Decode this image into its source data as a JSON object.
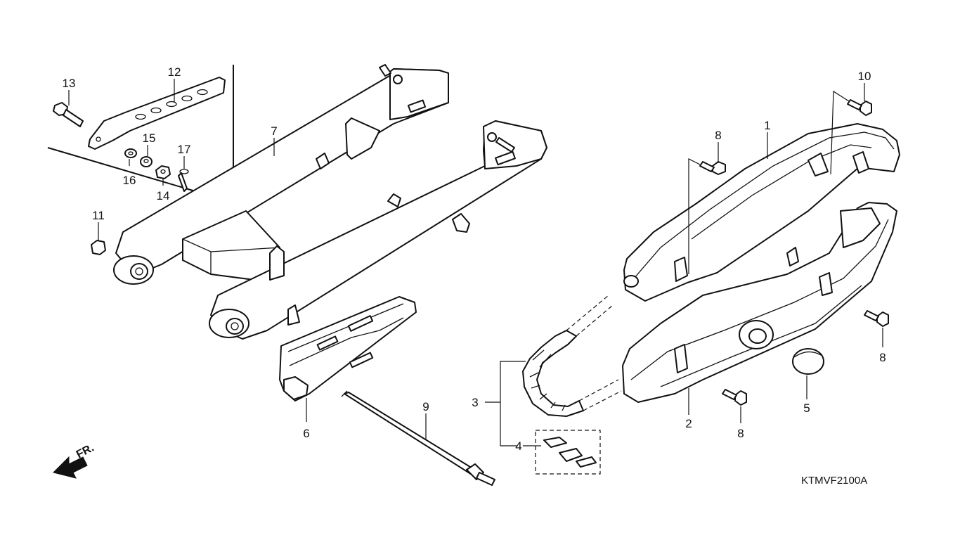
{
  "diagram": {
    "code": "KTMVF2100A",
    "front_indicator": "FR.",
    "callouts": [
      {
        "id": "c1",
        "text": "1"
      },
      {
        "id": "c2",
        "text": "2"
      },
      {
        "id": "c3",
        "text": "3"
      },
      {
        "id": "c4",
        "text": "4"
      },
      {
        "id": "c5",
        "text": "5"
      },
      {
        "id": "c6",
        "text": "6"
      },
      {
        "id": "c7",
        "text": "7"
      },
      {
        "id": "c8a",
        "text": "8"
      },
      {
        "id": "c8b",
        "text": "8"
      },
      {
        "id": "c8c",
        "text": "8"
      },
      {
        "id": "c9",
        "text": "9"
      },
      {
        "id": "c10",
        "text": "10"
      },
      {
        "id": "c11",
        "text": "11"
      },
      {
        "id": "c12",
        "text": "12"
      },
      {
        "id": "c13",
        "text": "13"
      },
      {
        "id": "c14",
        "text": "14"
      },
      {
        "id": "c15",
        "text": "15"
      },
      {
        "id": "c16",
        "text": "16"
      },
      {
        "id": "c17",
        "text": "17"
      }
    ]
  }
}
